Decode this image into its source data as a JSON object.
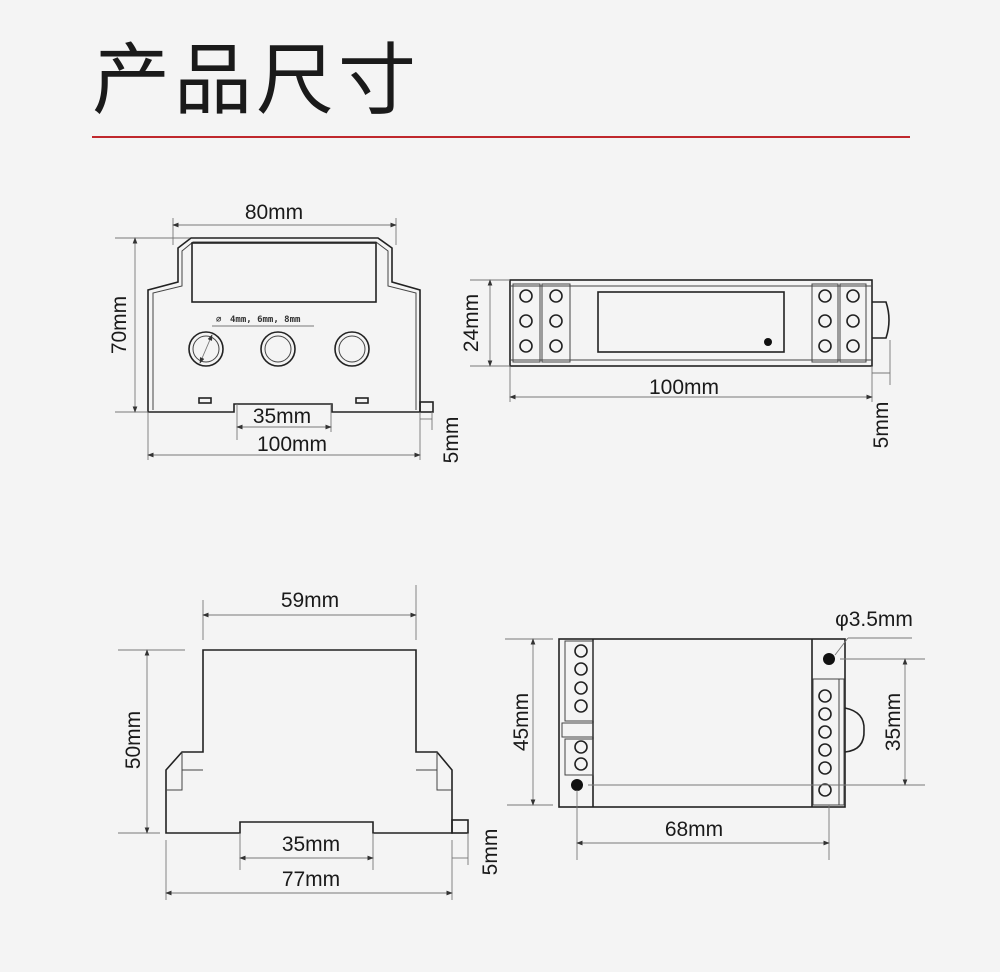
{
  "header": {
    "title": "产品尺寸",
    "accent_color": "#c0282d"
  },
  "front_view": {
    "width": "80mm",
    "height": "70mm",
    "hole_spec": "4mm, 6mm, 8mm",
    "rail": "35mm",
    "base_width": "100mm",
    "tab": "5mm"
  },
  "top_view": {
    "height": "24mm",
    "width": "100mm",
    "tab": "5mm"
  },
  "side_view": {
    "width": "59mm",
    "height": "50mm",
    "rail": "35mm",
    "base_width": "77mm",
    "tab": "5mm"
  },
  "bottom_view": {
    "hole": "φ3.5mm",
    "height": "45mm",
    "hole_spacing_v": "35mm",
    "hole_spacing_h": "68mm"
  }
}
